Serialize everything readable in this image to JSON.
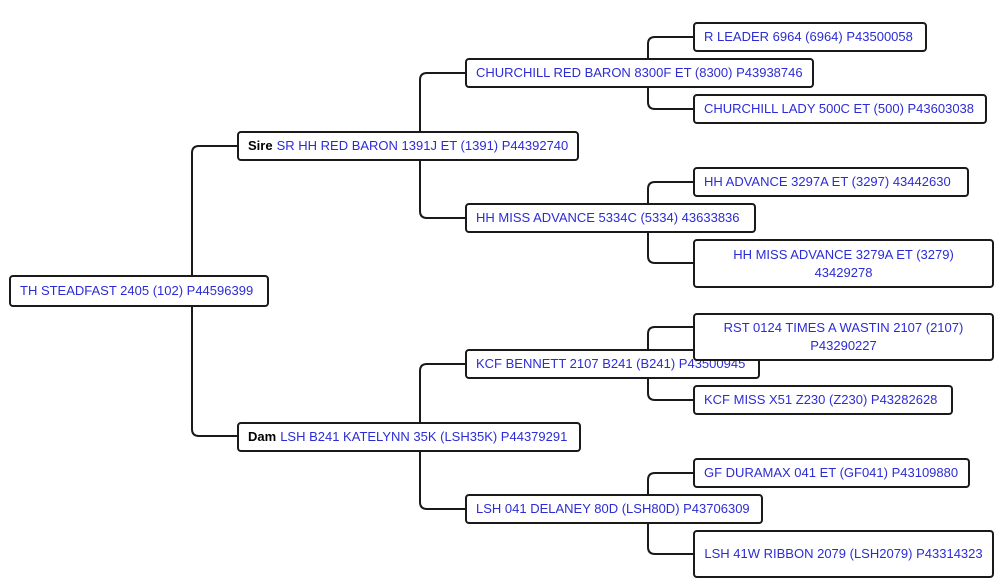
{
  "colors": {
    "link": "#2c2cd6",
    "border": "#1a1a1a",
    "relation_label": "#000000",
    "background": "#ffffff"
  },
  "pedigree": {
    "subject": "TH STEADFAST 2405 (102) P44596399",
    "sire": {
      "relation": "Sire",
      "name": "SR HH RED BARON 1391J ET (1391) P44392740",
      "sire": {
        "name": "CHURCHILL RED BARON 8300F ET (8300) P43938746",
        "sire": {
          "name": "R LEADER 6964 (6964) P43500058"
        },
        "dam": {
          "name": "CHURCHILL LADY 500C ET (500) P43603038"
        }
      },
      "dam": {
        "name": "HH MISS ADVANCE 5334C (5334) 43633836",
        "sire": {
          "name": "HH ADVANCE 3297A ET (3297) 43442630"
        },
        "dam": {
          "name": "HH MISS ADVANCE 3279A ET (3279) 43429278"
        }
      }
    },
    "dam": {
      "relation": "Dam",
      "name": "LSH B241 KATELYNN 35K (LSH35K) P44379291",
      "sire": {
        "name": "KCF BENNETT 2107 B241 (B241) P43500945",
        "sire": {
          "name": "RST 0124 TIMES A WASTIN 2107 (2107) P43290227"
        },
        "dam": {
          "name": "KCF MISS X51 Z230 (Z230) P43282628"
        }
      },
      "dam": {
        "name": "LSH 041 DELANEY 80D (LSH80D) P43706309",
        "sire": {
          "name": "GF DURAMAX 041 ET (GF041) P43109880"
        },
        "dam": {
          "name": "LSH 41W RIBBON 2079 (LSH2079) P43314323"
        }
      }
    }
  }
}
